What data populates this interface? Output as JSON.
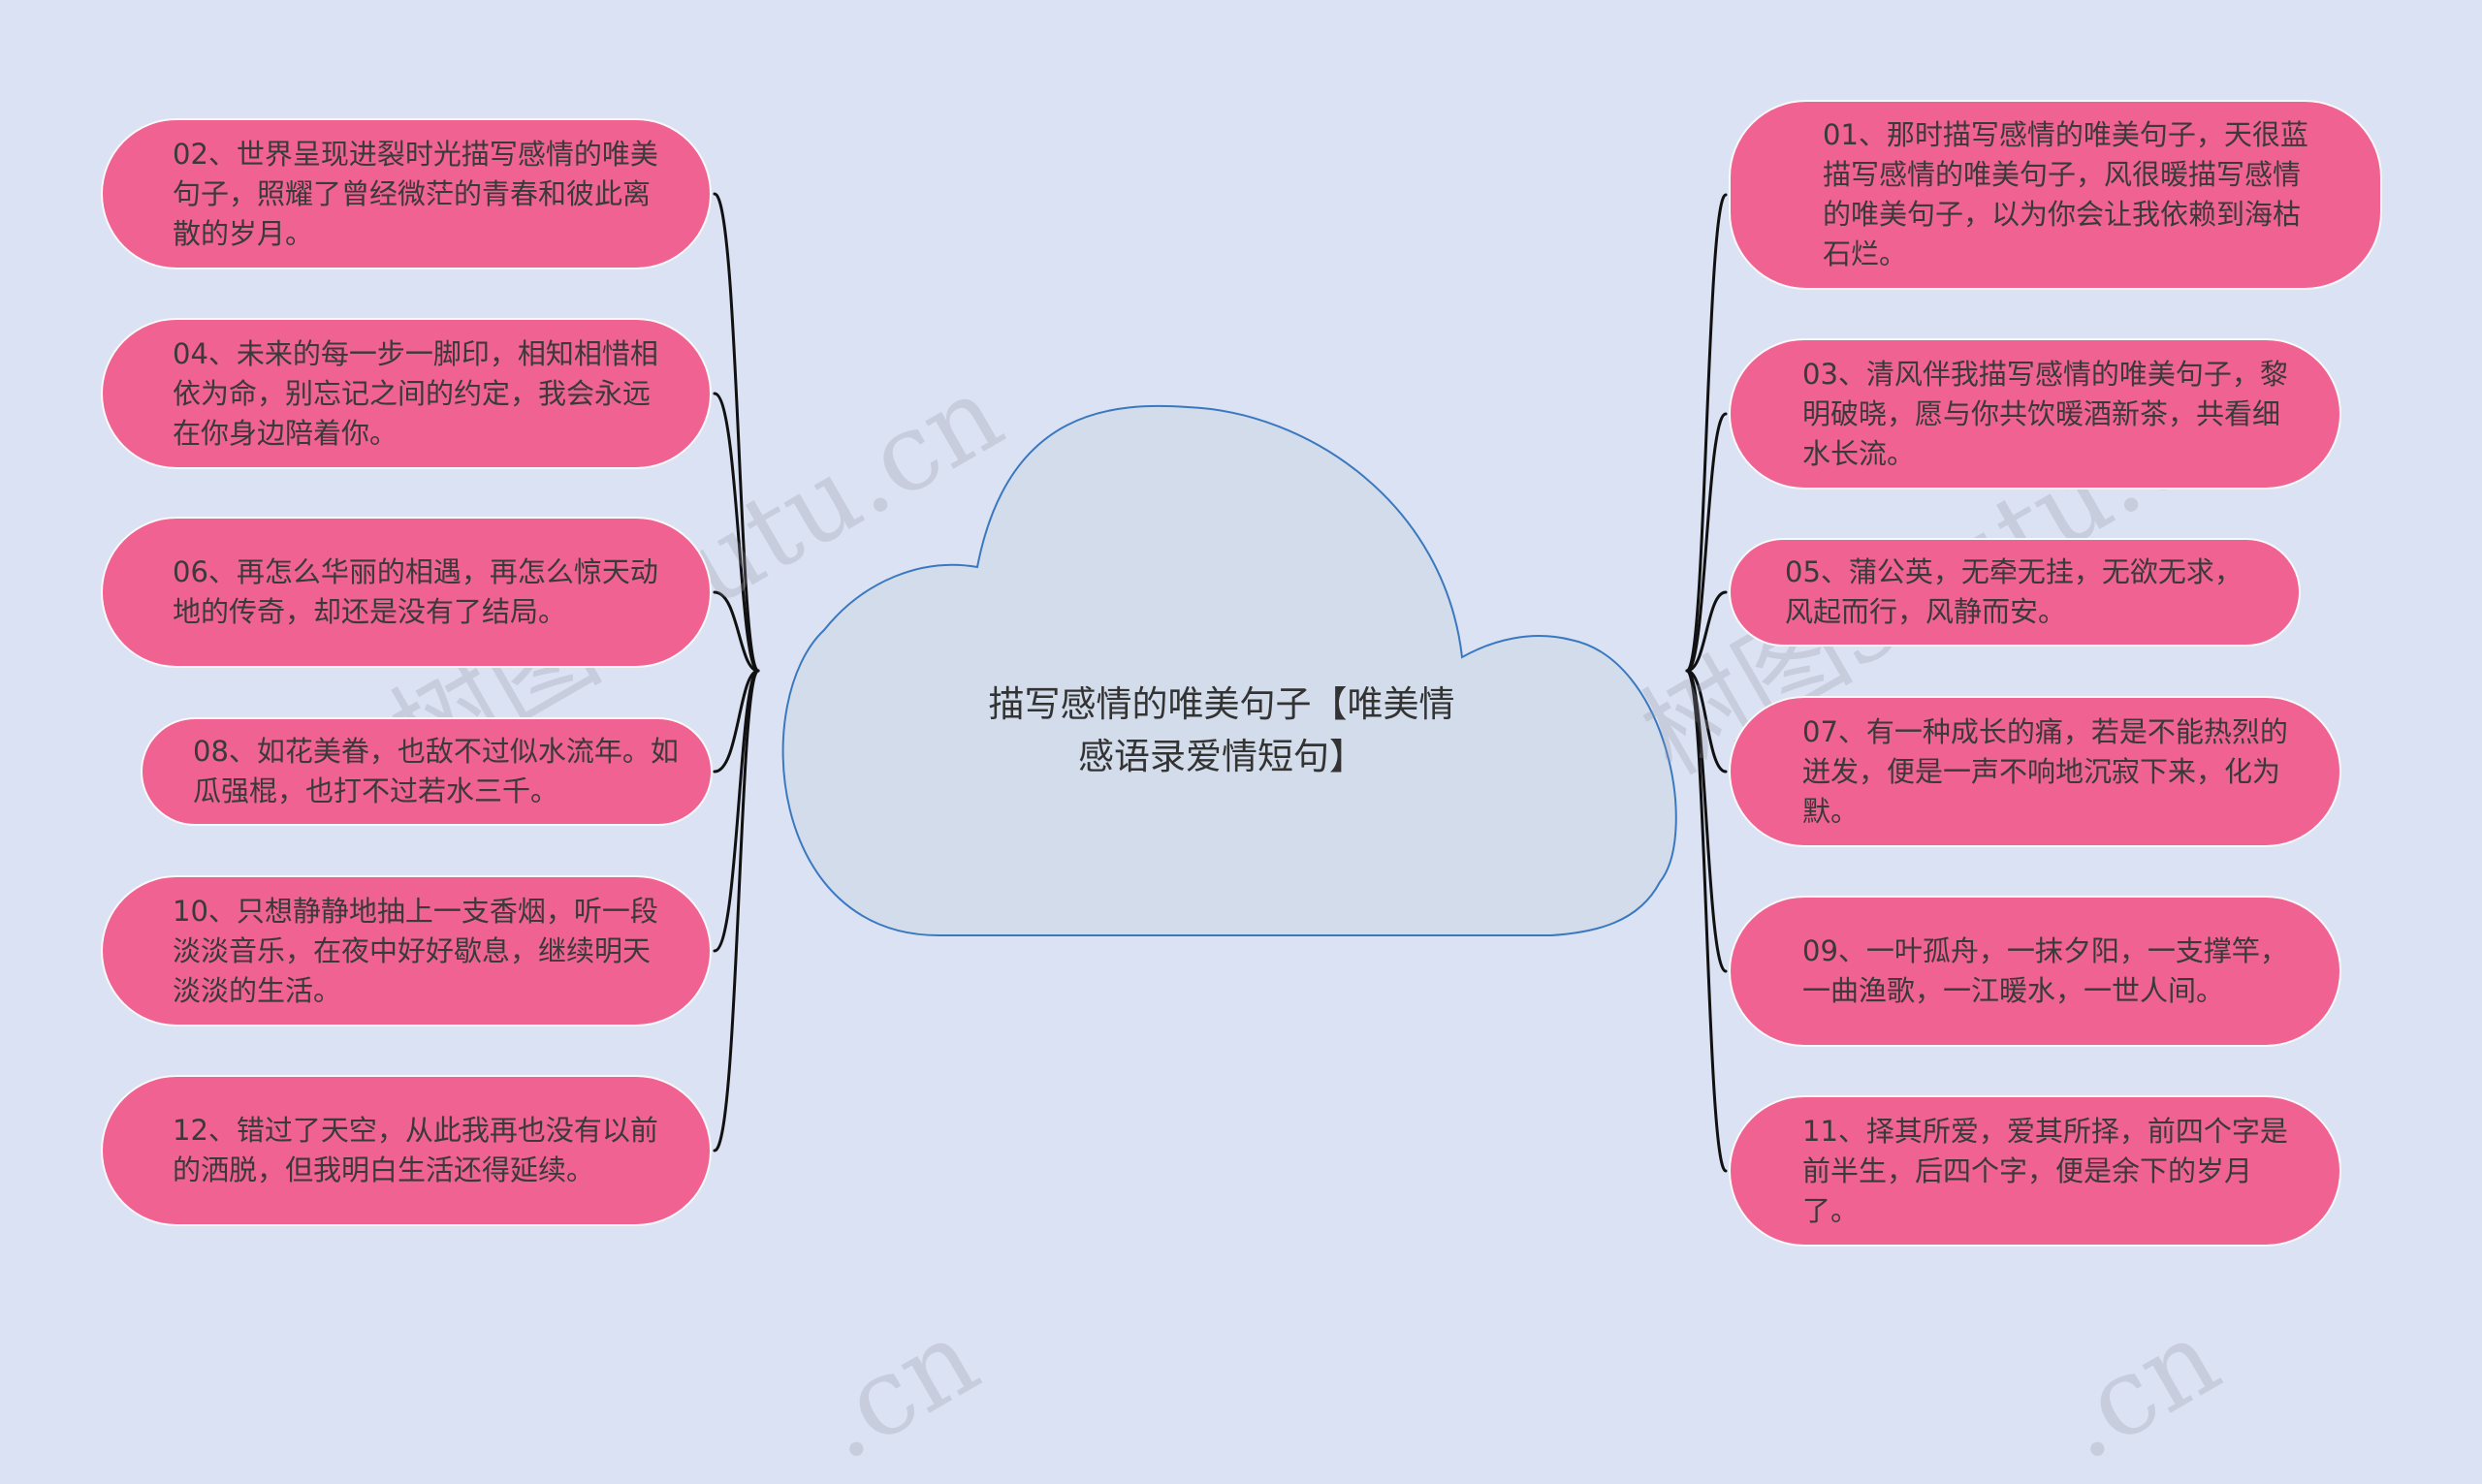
{
  "center": {
    "title": "描写感情的唯美句子【唯美情感语录爱情短句】"
  },
  "left_nodes": [
    {
      "text": "02、世界呈现进裂时光描写感情的唯美句子，照耀了曾经微茫的青春和彼此离散的岁月。"
    },
    {
      "text": "04、未来的每一步一脚印，相知相惜相依为命，别忘记之间的约定，我会永远在你身边陪着你。"
    },
    {
      "text": "06、再怎么华丽的相遇，再怎么惊天动地的传奇，却还是没有了结局。"
    },
    {
      "text": "08、如花美眷，也敌不过似水流年。如瓜强棍，也打不过若水三千。"
    },
    {
      "text": "10、只想静静地抽上一支香烟，听一段淡淡音乐，在夜中好好歇息，继续明天淡淡的生活。"
    },
    {
      "text": "12、错过了天空，从此我再也没有以前的洒脱，但我明白生活还得延续。"
    }
  ],
  "right_nodes": [
    {
      "text": "01、那时描写感情的唯美句子，天很蓝描写感情的唯美句子，风很暖描写感情的唯美句子，以为你会让我依赖到海枯石烂。"
    },
    {
      "text": "03、清风伴我描写感情的唯美句子，黎明破晓，愿与你共饮暖酒新茶，共看细水长流。"
    },
    {
      "text": "05、蒲公英，无牵无挂，无欲无求，风起而行，风静而安。"
    },
    {
      "text": "07、有一种成长的痛，若是不能热烈的迸发，便是一声不响地沉寂下来，化为默。"
    },
    {
      "text": "09、一叶孤舟，一抹夕阳，一支撑竿，一曲渔歌，一江暖水，一世人间。"
    },
    {
      "text": "11、择其所爱，爱其所择，前四个字是前半生，后四个字，便是余下的岁月了。"
    }
  ],
  "watermark": {
    "text_a": "树图shutu.cn",
    "text_b": ".cn"
  },
  "colors": {
    "background": "#dbe2f4",
    "node_fill": "#f06292",
    "cloud_fill": "#d3dcea",
    "cloud_stroke": "#3a78c0",
    "connector": "#111111"
  }
}
